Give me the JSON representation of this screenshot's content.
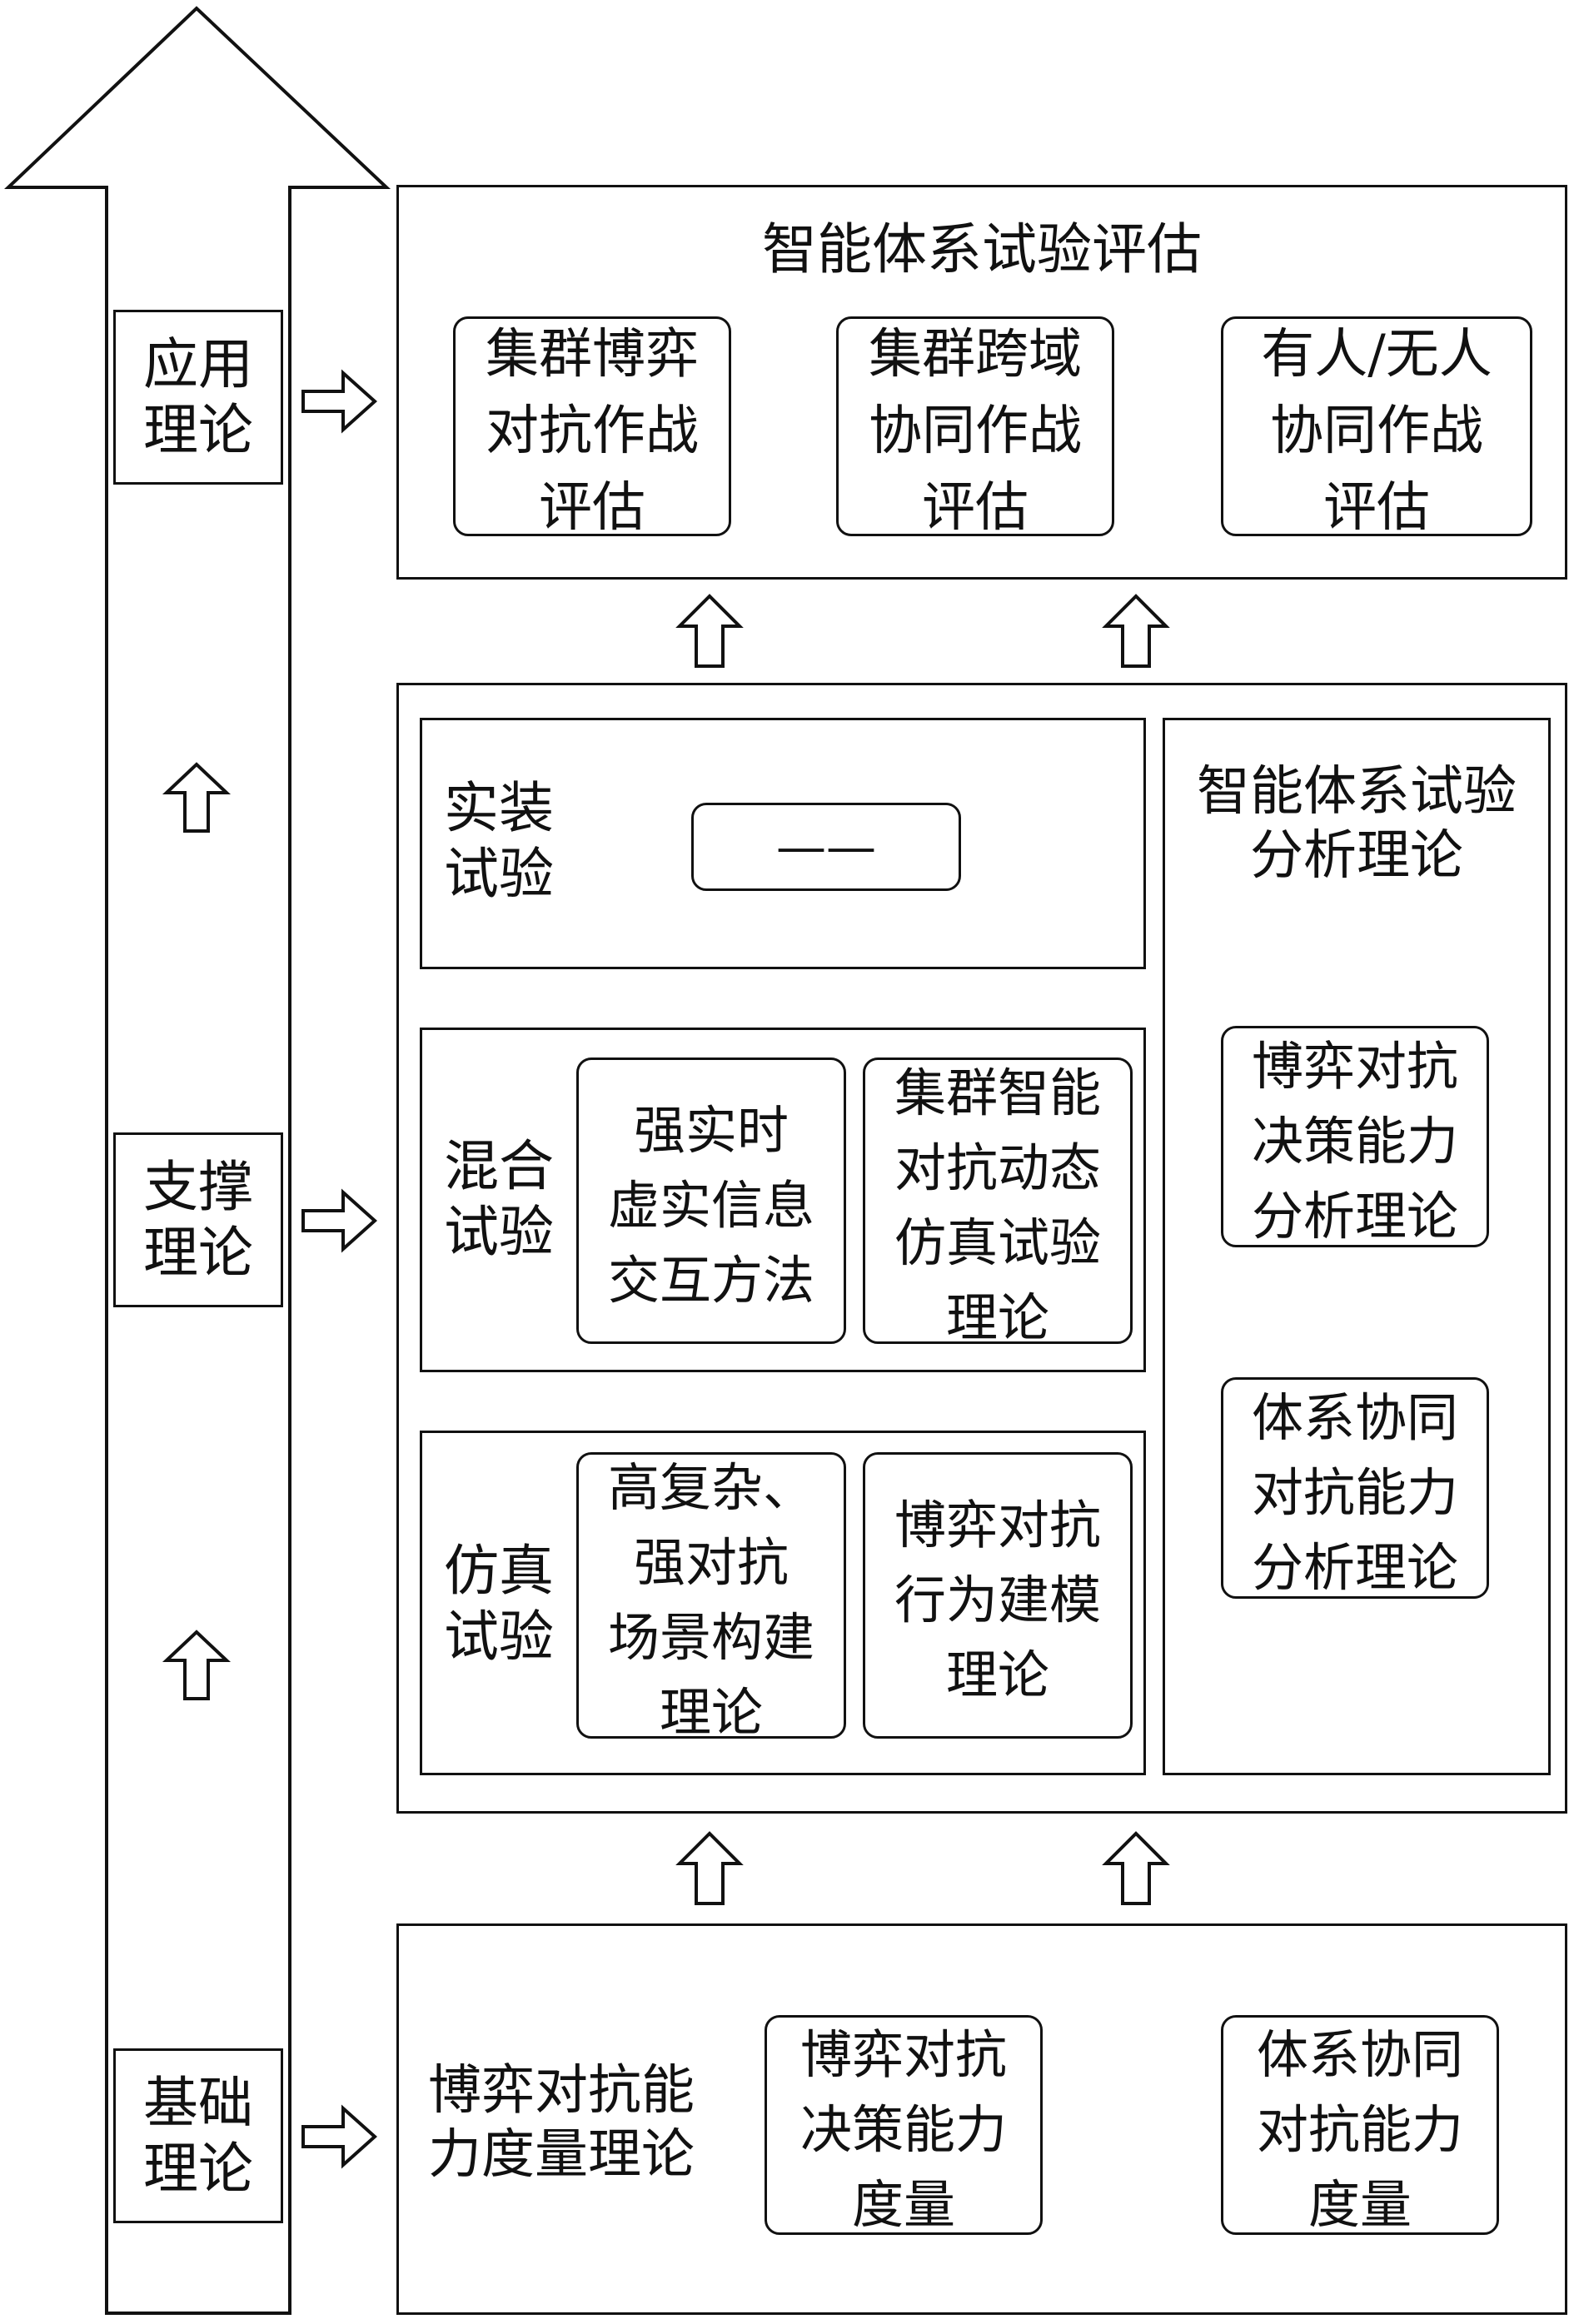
{
  "levels": {
    "application": "应用\n理论",
    "support": "支撑\n理论",
    "foundation": "基础\n理论"
  },
  "top": {
    "title": "智能体系试验评估",
    "items": [
      "集群博弈\n对抗作战\n评估",
      "集群跨域\n协同作战\n评估",
      "有人/无人\n协同作战\n评估"
    ]
  },
  "middle": {
    "real_test": {
      "label": "实装\n试验",
      "placeholder": "——"
    },
    "hybrid_test": {
      "label": "混合\n试验",
      "items": [
        "强实时\n虚实信息\n交互方法",
        "集群智能\n对抗动态\n仿真试验\n理论"
      ]
    },
    "sim_test": {
      "label": "仿真\n试验",
      "items": [
        "高复杂、\n强对抗\n场景构建\n理论",
        "博弈对抗\n行为建模\n理论"
      ]
    },
    "analysis": {
      "title": "智能体系试验\n分析理论",
      "items": [
        "博弈对抗\n决策能力\n分析理论",
        "体系协同\n对抗能力\n分析理论"
      ]
    }
  },
  "bottom": {
    "title": "博弈对抗能\n力度量理论",
    "items": [
      "博弈对抗\n决策能力\n度量",
      "体系协同\n对抗能力\n度量"
    ]
  }
}
